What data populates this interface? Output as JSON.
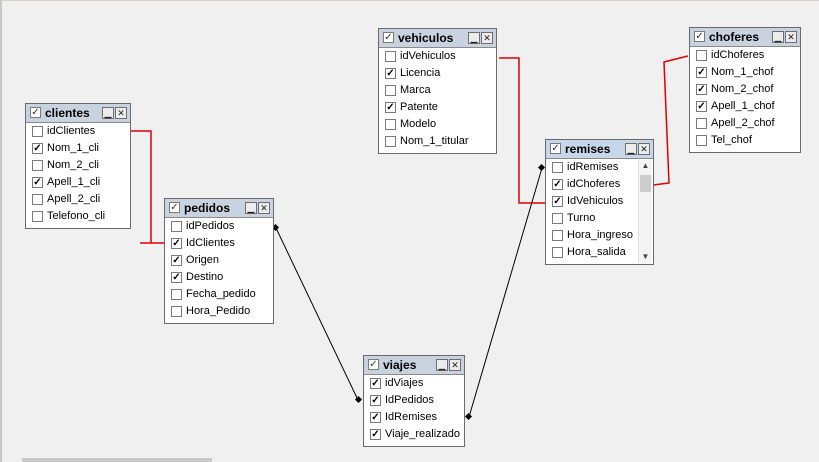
{
  "tables": {
    "clientes": {
      "title": "clientes",
      "fields": [
        {
          "label": "idClientes",
          "checked": false
        },
        {
          "label": "Nom_1_cli",
          "checked": true
        },
        {
          "label": "Nom_2_cli",
          "checked": false
        },
        {
          "label": "Apell_1_cli",
          "checked": true
        },
        {
          "label": "Apell_2_cli",
          "checked": false
        },
        {
          "label": "Telefono_cli",
          "checked": false
        }
      ]
    },
    "pedidos": {
      "title": "pedidos",
      "fields": [
        {
          "label": "idPedidos",
          "checked": false
        },
        {
          "label": "IdClientes",
          "checked": true
        },
        {
          "label": "Origen",
          "checked": true
        },
        {
          "label": "Destino",
          "checked": true
        },
        {
          "label": "Fecha_pedido",
          "checked": false
        },
        {
          "label": "Hora_Pedido",
          "checked": false
        }
      ]
    },
    "vehiculos": {
      "title": "vehiculos",
      "fields": [
        {
          "label": "idVehiculos",
          "checked": false
        },
        {
          "label": "Licencia",
          "checked": true
        },
        {
          "label": "Marca",
          "checked": false
        },
        {
          "label": "Patente",
          "checked": true
        },
        {
          "label": "Modelo",
          "checked": false
        },
        {
          "label": "Nom_1_titular",
          "checked": false
        }
      ]
    },
    "choferes": {
      "title": "choferes",
      "fields": [
        {
          "label": "idChoferes",
          "checked": false
        },
        {
          "label": "Nom_1_chof",
          "checked": true
        },
        {
          "label": "Nom_2_chof",
          "checked": true
        },
        {
          "label": "Apell_1_chof",
          "checked": true
        },
        {
          "label": "Apell_2_chof",
          "checked": false
        },
        {
          "label": "Tel_chof",
          "checked": false
        }
      ]
    },
    "remises": {
      "title": "remises",
      "fields": [
        {
          "label": "idRemises",
          "checked": false
        },
        {
          "label": "idChoferes",
          "checked": true
        },
        {
          "label": "IdVehiculos",
          "checked": true
        },
        {
          "label": "Turno",
          "checked": false
        },
        {
          "label": "Hora_ingreso",
          "checked": false
        },
        {
          "label": "Hora_salida",
          "checked": false
        }
      ]
    },
    "viajes": {
      "title": "viajes",
      "fields": [
        {
          "label": "idViajes",
          "checked": true
        },
        {
          "label": "IdPedidos",
          "checked": true
        },
        {
          "label": "IdRemises",
          "checked": true
        },
        {
          "label": "Viaje_realizado",
          "checked": true
        }
      ]
    }
  },
  "colors": {
    "relation_highlight": "#e00000",
    "relation_normal": "#000000",
    "titlebar": "#c9d3e0"
  },
  "icons": {
    "title_check": "check-icon",
    "minimize": "minimize-icon",
    "close": "close-icon",
    "scroll_up": "scroll-up-arrow-icon",
    "scroll_down": "scroll-down-arrow-icon"
  }
}
